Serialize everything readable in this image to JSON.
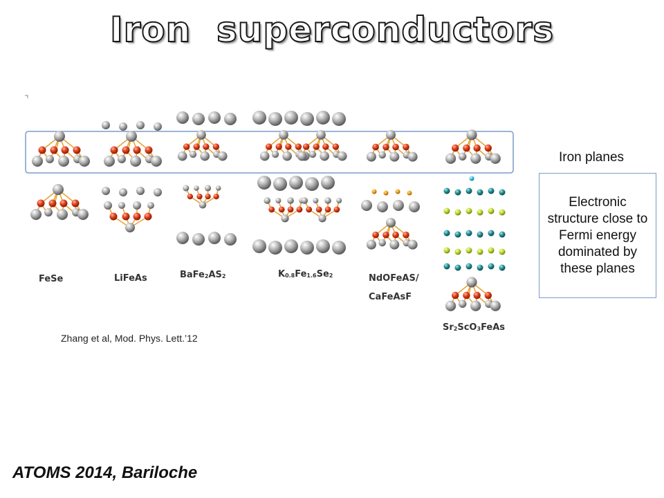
{
  "slide": {
    "title": "Iron  superconductors",
    "footer": "ATOMS 2014, Bariloche",
    "citation": "Zhang et al, Mod. Phys. Lett.’12"
  },
  "compounds": [
    {
      "id": "fese",
      "parts": [
        {
          "t": "FeSe",
          "sub": false
        }
      ]
    },
    {
      "id": "lifeas",
      "parts": [
        {
          "t": "LiFeAs",
          "sub": false
        }
      ]
    },
    {
      "id": "bafe2as2",
      "parts": [
        {
          "t": "BaFe",
          "sub": false
        },
        {
          "t": "2",
          "sub": true
        },
        {
          "t": "AS",
          "sub": false
        },
        {
          "t": "2",
          "sub": true
        }
      ]
    },
    {
      "id": "kfese",
      "parts": [
        {
          "t": "K",
          "sub": false
        },
        {
          "t": "0.8",
          "sub": true
        },
        {
          "t": "Fe",
          "sub": false
        },
        {
          "t": "1.6",
          "sub": true
        },
        {
          "t": "Se",
          "sub": false
        },
        {
          "t": "2",
          "sub": true
        }
      ]
    },
    {
      "id": "ndofeas",
      "line1": "NdOFeAS/",
      "line2": "CaFeAsF"
    },
    {
      "id": "sr2sco3feas",
      "parts": [
        {
          "t": "Sr",
          "sub": false
        },
        {
          "t": "2",
          "sub": true
        },
        {
          "t": "ScO",
          "sub": false
        },
        {
          "t": "3",
          "sub": true
        },
        {
          "t": "FeAs",
          "sub": false
        }
      ]
    }
  ],
  "annotation": {
    "label": "Iron planes",
    "description": "Electronic structure close to Fermi energy dominated by these planes"
  },
  "colors": {
    "iron_atom": "#e0401a",
    "anion_atom": "#8a8a8a",
    "bond": "#e8a436",
    "highlight_border": "#7a9cc8",
    "teal_atom": "#1f8a8f",
    "green_atom": "#b8d62a",
    "cyan_atom": "#33c8de",
    "orange_atom": "#f0a020"
  }
}
